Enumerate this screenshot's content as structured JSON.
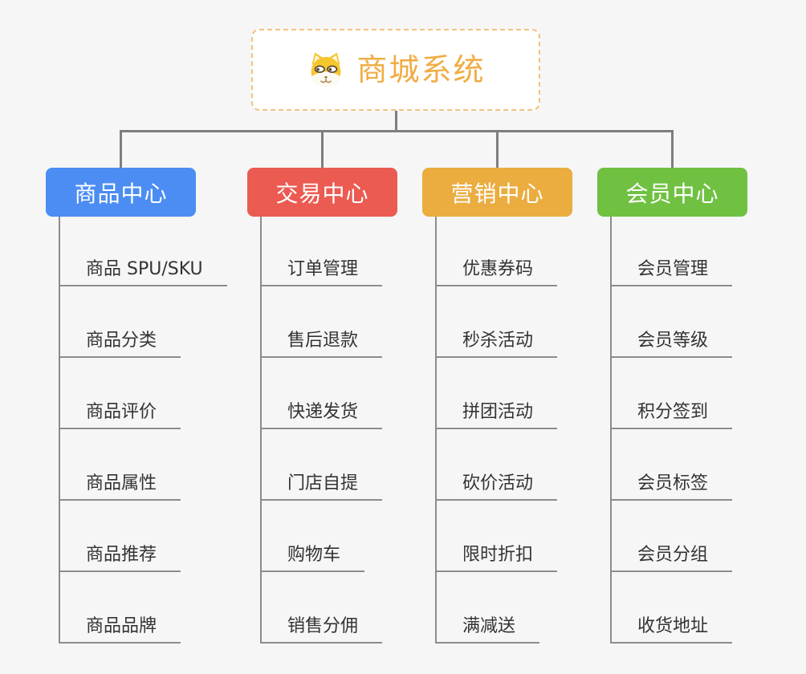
{
  "canvas": {
    "background_color": "#f6f6f7",
    "connector_color": "#7e7e7e",
    "underline_color": "#8c8c8c"
  },
  "root": {
    "title": "商城系统",
    "icon": "dog-face-icon",
    "text_color": "#f0ad45",
    "border_color": "#f2c27f"
  },
  "branches": [
    {
      "label": "商品中心",
      "color": "#4b8df3",
      "children": [
        "商品 SPU/SKU",
        "商品分类",
        "商品评价",
        "商品属性",
        "商品推荐",
        "商品品牌"
      ]
    },
    {
      "label": "交易中心",
      "color": "#eb5b52",
      "children": [
        "订单管理",
        "售后退款",
        "快递发货",
        "门店自提",
        "购物车",
        "销售分佣"
      ]
    },
    {
      "label": "营销中心",
      "color": "#ebac40",
      "children": [
        "优惠券码",
        "秒杀活动",
        "拼团活动",
        "砍价活动",
        "限时折扣",
        "满减送"
      ]
    },
    {
      "label": "会员中心",
      "color": "#70c142",
      "children": [
        "会员管理",
        "会员等级",
        "积分签到",
        "会员标签",
        "会员分组",
        "收货地址"
      ]
    }
  ]
}
